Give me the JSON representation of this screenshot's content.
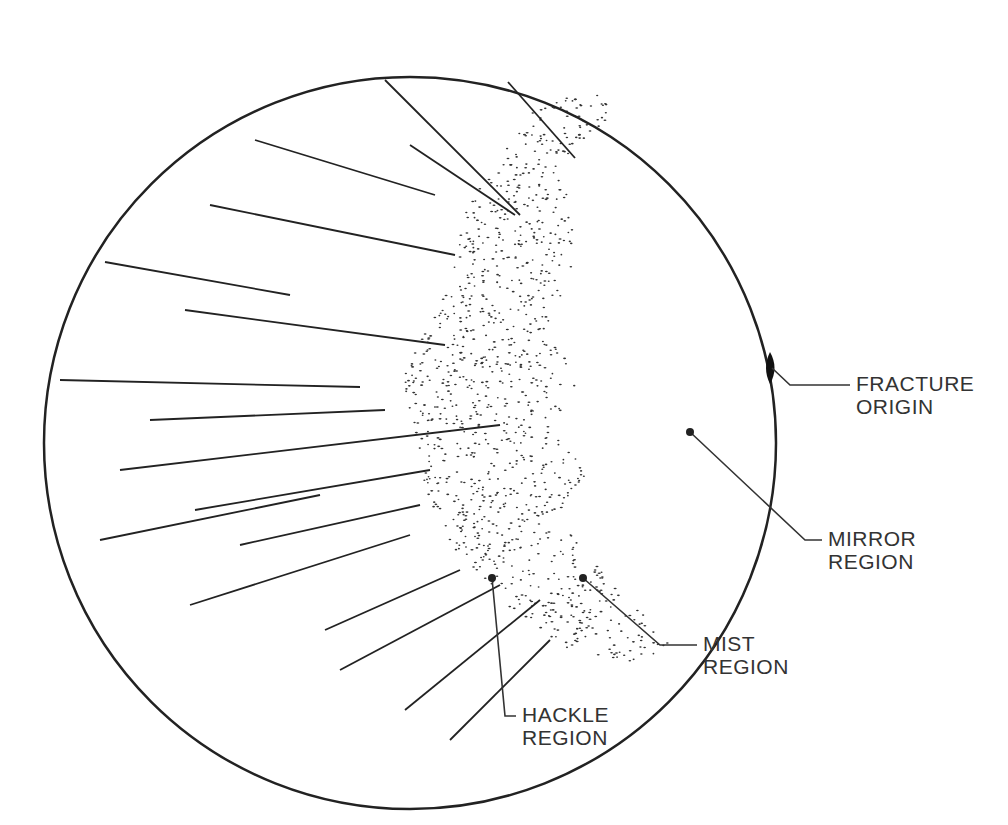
{
  "diagram": {
    "labels": [
      "FRACTURE ORIGIN",
      "MIRROR REGION",
      "MIST REGION",
      "HACKLE REGION"
    ]
  }
}
